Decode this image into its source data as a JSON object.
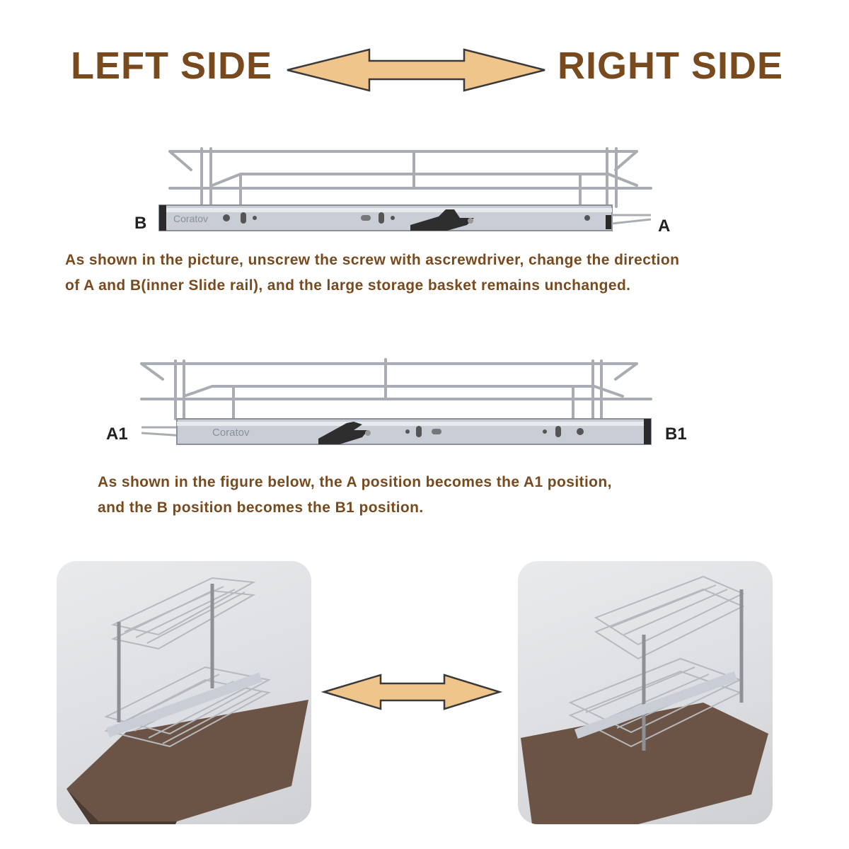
{
  "header": {
    "left_label": "LEFT SIDE",
    "right_label": "RIGHT SIDE"
  },
  "figure1": {
    "left_marker": "B",
    "right_marker": "A",
    "brand": "Coratov"
  },
  "figure2": {
    "left_marker": "A1",
    "right_marker": "B1",
    "brand": "Coratov"
  },
  "instructions": {
    "first_line1": "As shown in the picture, unscrew the screw with ascrewdriver, change the direction",
    "first_line2": "of A and B(inner Slide rail), and the large storage basket remains unchanged.",
    "second_line1": "As shown in the figure below, the A position becomes the A1 position,",
    "second_line2": "and the B position becomes the B1 position."
  },
  "colors": {
    "heading_text": "#7a4a1f",
    "arrow_fill": "#f0c58c",
    "arrow_stroke": "#3a3a3a",
    "chrome": "#a9adb3",
    "rail": "#c9ced6",
    "wood": "#6b5446"
  },
  "icons": {
    "double_arrow": "double-arrow-icon",
    "rail_latch": "latch-icon"
  }
}
